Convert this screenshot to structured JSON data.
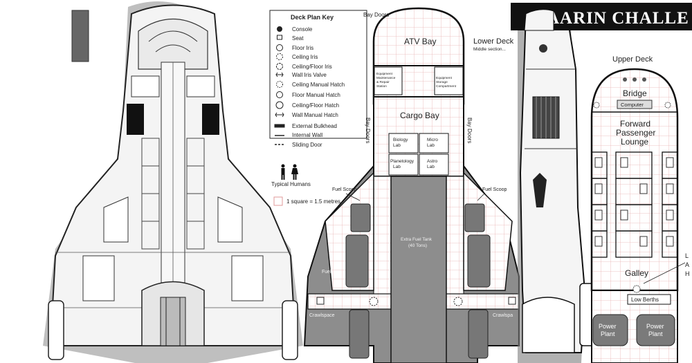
{
  "key": {
    "title": "Deck Plan Key",
    "items": [
      "Console",
      "Seat",
      "Floor Iris",
      "Ceiling Iris",
      "Ceiling/Floor Iris",
      "Wall Iris Valve",
      "Ceiling Manual Hatch",
      "Floor Manual Hatch",
      "Ceiling/Floor Hatch",
      "Wall Manual Hatch",
      "External Bulkhead",
      "Internal Wall",
      "Sliding Door"
    ],
    "humans_label": "Typical Humans",
    "scale_label": "1 square = 1.5 metres"
  },
  "lower_deck": {
    "title": "Lower Deck",
    "subtitle": "Middle section...",
    "bay_doors_top": "Bay Doors",
    "bay_doors_left": "Bay Doors",
    "bay_doors_right": "Bay Doors",
    "atv_bay": "ATV Bay",
    "equipment_left": [
      "Equipment",
      "Maintenance",
      "& Repair",
      "Station"
    ],
    "equipment_right": [
      "Equipment",
      "Storage",
      "Compartment"
    ],
    "cargo_bay": "Cargo Bay",
    "biology_lab": [
      "Biology",
      "Lab"
    ],
    "micro_lab": [
      "Micro",
      "Lab"
    ],
    "planetology_lab": [
      "Planetology",
      "Lab"
    ],
    "astro_lab": [
      "Astro",
      "Lab"
    ],
    "fuel_scoop_left": "Fuel Scoop",
    "fuel_scoop_right": "Fuel Scoop",
    "fuel_tank": [
      "Extra Fuel Tank",
      "(40 Tons)"
    ],
    "fuel": "Fuel",
    "crawlspace_left": "Crawlspace",
    "crawlspace_right": "Crawlspa"
  },
  "upper_deck": {
    "banner": "AARIN CHALLE",
    "title": "Upper Deck",
    "bridge": "Bridge",
    "computer": "Computer",
    "lounge": [
      "Forward",
      "Passenger",
      "Lounge"
    ],
    "galley": "Galley",
    "low_berths": "Low Berths",
    "power_plant_left": [
      "Power",
      "Plant"
    ],
    "power_plant_right": [
      "Power",
      "Plant"
    ],
    "edge_labels": [
      "L",
      "A",
      "H"
    ]
  }
}
